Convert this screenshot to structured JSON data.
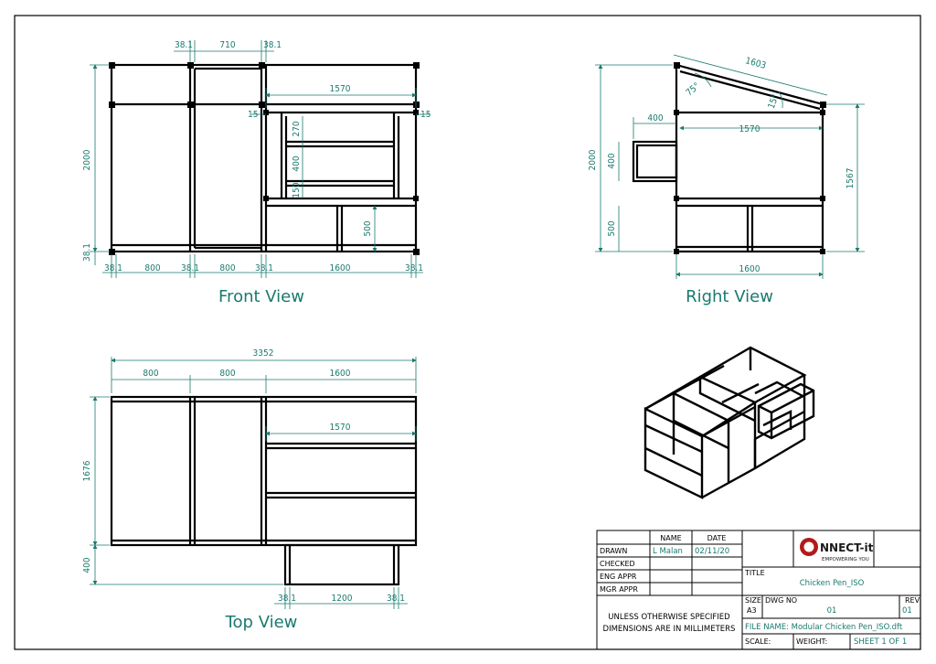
{
  "views": {
    "front": {
      "label": "Front View",
      "dims": {
        "t1": "38.1",
        "t2": "710",
        "t3": "38.1",
        "w1570": "1570",
        "h2000": "2000",
        "d15a": "15",
        "d15b": "15",
        "d270": "270",
        "d400": "400",
        "d150": "150",
        "d500": "500",
        "b1": "38.1",
        "b2": "800",
        "b3": "38.1",
        "b4": "800",
        "b5": "38.1",
        "b6": "1600",
        "b7": "38.1",
        "left381": "38.1"
      }
    },
    "right": {
      "label": "Right View",
      "dims": {
        "d1603": "1603",
        "a75": "75°",
        "a15": "15°",
        "d400": "400",
        "d1570": "1570",
        "h2000": "2000",
        "h400": "400",
        "h500": "500",
        "h1567": "1567",
        "b1600": "1600"
      }
    },
    "top": {
      "label": "Top View",
      "dims": {
        "w3352": "3352",
        "w800a": "800",
        "w800b": "800",
        "w1600": "1600",
        "w1570": "1570",
        "h1676": "1676",
        "h400": "400",
        "b381a": "38.1",
        "b1200": "1200",
        "b381b": "38.1"
      }
    }
  },
  "title_block": {
    "headers": {
      "name": "NAME",
      "date": "DATE"
    },
    "rows": [
      {
        "label": "DRAWN",
        "name": "L Malan",
        "date": "02/11/20"
      },
      {
        "label": "CHECKED",
        "name": "",
        "date": ""
      },
      {
        "label": "ENG APPR",
        "name": "",
        "date": ""
      },
      {
        "label": "MGR APPR",
        "name": "",
        "date": ""
      }
    ],
    "logo_text": "NNECT-it",
    "logo_letter": "C",
    "logo_tagline": "EMPOWERING YOU",
    "title_label": "TITLE",
    "title_value": "Chicken Pen_ISO",
    "size_label": "SIZE",
    "size_value": "A3",
    "dwg_label": "DWG NO",
    "dwg_value": "01",
    "rev_label": "REV",
    "rev_value": "01",
    "file_name": "FILE NAME: Modular Chicken Pen_ISO.dft",
    "scale_label": "SCALE:",
    "weight_label": "WEIGHT:",
    "sheet_label": "SHEET 1 OF 1",
    "note_line1": "UNLESS OTHERWISE SPECIFIED",
    "note_line2": "DIMENSIONS ARE IN MILLIMETERS"
  },
  "colors": {
    "dimension": "#1a7a6e",
    "frame": "#000000"
  }
}
